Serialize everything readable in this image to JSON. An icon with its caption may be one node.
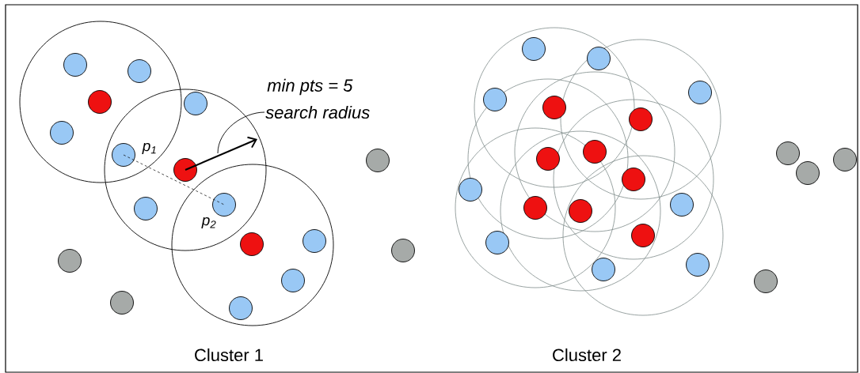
{
  "diagram": {
    "nodes": [
      {
        "text": [],
        "shape": "circle",
        "beside": [
          "p$_{1}$"
        ]
      },
      {
        "text": [],
        "shape": "circle",
        "beside": [
          "p$_{2}$"
        ]
      },
      {
        "text": [
          "search radius"
        ]
      }
    ],
    "edges": [
      {
        "from": 0,
        "to": 1,
        "arrow": "none",
        "style": "dashed"
      },
      {
        "from": 2,
        "to": null,
        "arrow": "none"
      }
    ],
    "labels": [
      "min pts = 5",
      "Cluster 1",
      "Cluster 2"
    ]
  }
}
